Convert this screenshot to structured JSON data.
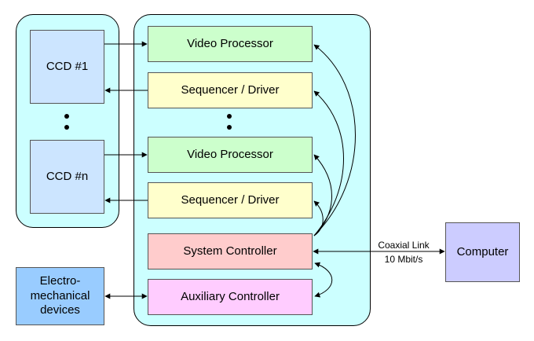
{
  "ccd_group": {
    "ccd1": "CCD #1",
    "ccdn": "CCD #n"
  },
  "controller_group": {
    "video_processor_1": "Video Processor",
    "sequencer_driver_1": "Sequencer / Driver",
    "video_processor_2": "Video Processor",
    "sequencer_driver_2": "Sequencer / Driver",
    "system_controller": "System Controller",
    "auxiliary_controller": "Auxiliary Controller"
  },
  "external": {
    "computer": "Computer",
    "electromechanical_line1": "Electro-",
    "electromechanical_line2": "mechanical",
    "electromechanical_line3": "devices"
  },
  "link": {
    "line1": "Coaxial Link",
    "line2": "10 Mbit/s"
  },
  "colors": {
    "panel": "#ccffff",
    "ccd": "#cce5ff",
    "video_processor": "#ccffcc",
    "sequencer": "#ffffcc",
    "system_controller": "#ffcccc",
    "auxiliary_controller": "#ffccff",
    "computer": "#ccccff",
    "electromechanical": "#99ccff"
  }
}
